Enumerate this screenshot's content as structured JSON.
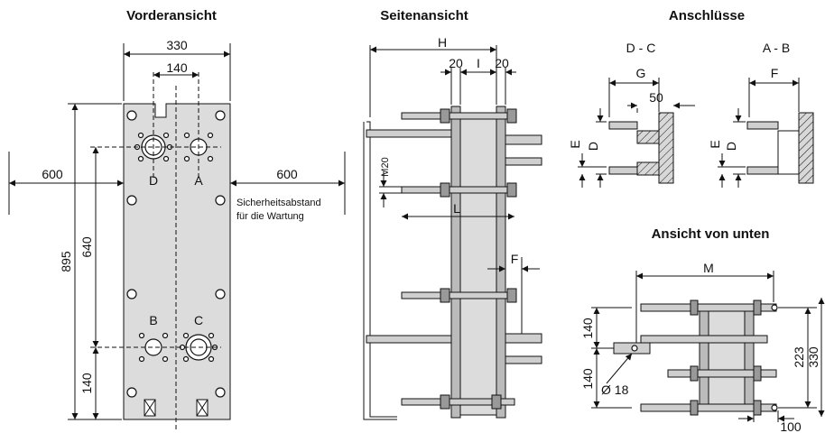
{
  "titles": {
    "front": "Vorderansicht",
    "side": "Seitenansicht",
    "connections": "Anschlüsse",
    "bottom": "Ansicht von unten"
  },
  "front": {
    "width": "330",
    "port_spacing": "140",
    "height_total": "895",
    "port_vertical": "640",
    "bottom_offset": "140",
    "clearance_left": "600",
    "clearance_right": "600",
    "note_line1": "Sicherheitsabstand",
    "note_line2": "für die Wartung",
    "port_d": "D",
    "port_a": "A",
    "port_b": "B",
    "port_c": "C"
  },
  "side": {
    "h": "H",
    "plate1": "20",
    "i": "I",
    "plate2": "20",
    "bolt": "M20",
    "l": "L",
    "f": "F"
  },
  "connections": {
    "dc_label": "D - C",
    "ab_label": "A - B",
    "g": "G",
    "fifty": "50",
    "f": "F",
    "e1": "E",
    "d1": "D",
    "e2": "E",
    "d2": "D"
  },
  "bottom": {
    "m": "M",
    "left_upper": "140",
    "left_lower": "140",
    "hole": "Ø 18",
    "right_inner": "223",
    "right_outer": "330",
    "bottom_width": "100"
  }
}
